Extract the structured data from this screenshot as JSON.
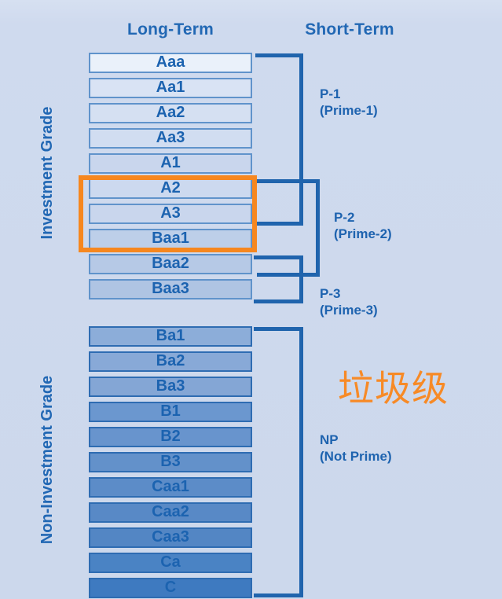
{
  "headers": {
    "long_term": "Long-Term",
    "short_term": "Short-Term"
  },
  "side_labels": {
    "investment": "Investment Grade",
    "non_investment": "Non-Investment Grade"
  },
  "long_term_ratings": {
    "investment_grade": [
      {
        "label": "Aaa",
        "fill": "#eaf1fa"
      },
      {
        "label": "Aa1",
        "fill": "#d9e3f4"
      },
      {
        "label": "Aa2",
        "fill": "#d5e0f2"
      },
      {
        "label": "Aa3",
        "fill": "#d1ddf1"
      },
      {
        "label": "A1",
        "fill": "#c9d6ed"
      },
      {
        "label": "A2",
        "fill": "#ccd9ef"
      },
      {
        "label": "A3",
        "fill": "#c9d6ed"
      },
      {
        "label": "Baa1",
        "fill": "#bdcfe9"
      },
      {
        "label": "Baa2",
        "fill": "#b6c9e6"
      },
      {
        "label": "Baa3",
        "fill": "#afc4e3"
      }
    ],
    "non_investment_grade": [
      {
        "label": "Ba1",
        "fill": "#8cadd9"
      },
      {
        "label": "Ba2",
        "fill": "#88a9d7"
      },
      {
        "label": "Ba3",
        "fill": "#84a6d5"
      },
      {
        "label": "B1",
        "fill": "#6b97cf"
      },
      {
        "label": "B2",
        "fill": "#6894cd"
      },
      {
        "label": "B3",
        "fill": "#6391ca"
      },
      {
        "label": "Caa1",
        "fill": "#5c8cc8"
      },
      {
        "label": "Caa2",
        "fill": "#5889c6"
      },
      {
        "label": "Caa3",
        "fill": "#5386c4"
      },
      {
        "label": "Ca",
        "fill": "#4a83c4"
      },
      {
        "label": "C",
        "fill": "#3e7ac0"
      }
    ]
  },
  "short_term_ratings": [
    {
      "code": "P-1",
      "name": "(Prime-1)",
      "covers": "Aaa to A3"
    },
    {
      "code": "P-2",
      "name": "(Prime-2)",
      "covers": "A2 to Baa2"
    },
    {
      "code": "P-3",
      "name": "(Prime-3)",
      "covers": "Baa2 to Baa3"
    },
    {
      "code": "NP",
      "name": "(Not Prime)",
      "covers": "Ba1 to C"
    }
  ],
  "annotations": {
    "junk_label": "垃圾级",
    "junk_color": "#f78a26",
    "highlight_color": "#f6871f",
    "highlighted_ratings": [
      "A2",
      "A3",
      "Baa1"
    ]
  },
  "colors": {
    "background": "#cfdaee",
    "bracket_line": "#2064ad",
    "heading_text": "#2268b4",
    "box_text": "#1c63b0",
    "investment_box_border": "#6093cb",
    "non_investment_box_border": "#2e6cb2"
  }
}
